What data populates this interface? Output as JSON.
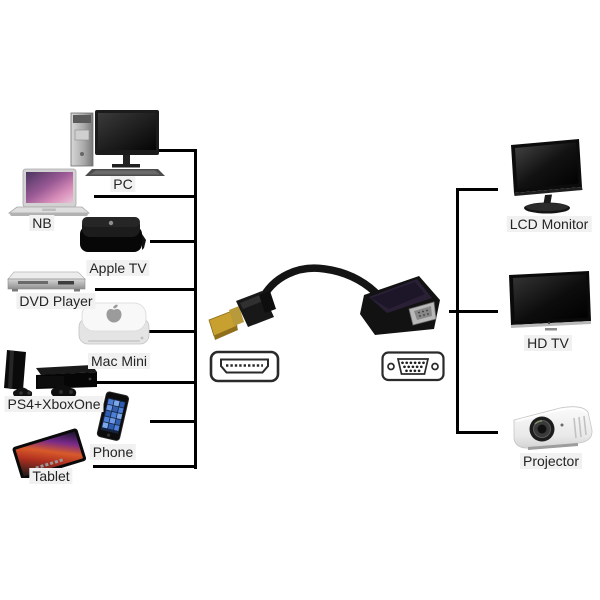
{
  "diagram": {
    "type": "product-compatibility-diagram",
    "subject": "HDMI male to VGA female adapter cable",
    "colors": {
      "background": "#ffffff",
      "line": "#000000",
      "label_text": "#242424"
    },
    "icons": [
      "hdmi-port-icon",
      "vga-port-icon",
      "hdmi-vga-adapter-photo"
    ]
  },
  "sources": {
    "items": [
      {
        "label": "PC"
      },
      {
        "label": "NB"
      },
      {
        "label": "Apple TV"
      },
      {
        "label": "DVD Player"
      },
      {
        "label": "Mac Mini"
      },
      {
        "label": "PS4+XboxOne"
      },
      {
        "label": "Phone"
      },
      {
        "label": "Tablet"
      }
    ]
  },
  "displays": {
    "items": [
      {
        "label": "LCD Monitor"
      },
      {
        "label": "HD TV"
      },
      {
        "label": "Projector"
      }
    ]
  }
}
